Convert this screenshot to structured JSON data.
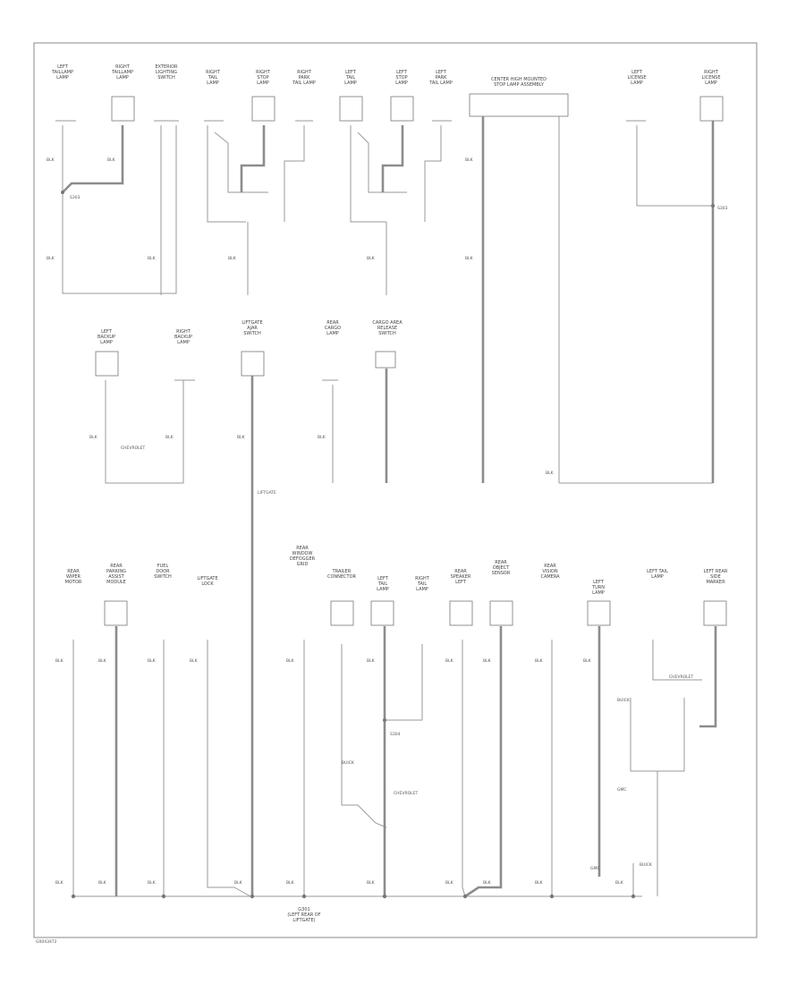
{
  "corner_code": "G0043472",
  "ground_label": [
    "G301",
    "(LEFT REAR OF",
    "LIFTGATE)"
  ],
  "splice_labels": [
    "S303",
    "S303",
    "S304"
  ],
  "top_components": [
    {
      "id": "lf-lamp",
      "lines": [
        "LEFT",
        "TAILLAMP",
        "LAMP"
      ]
    },
    {
      "id": "rf-lamp",
      "lines": [
        "RIGHT",
        "TAILLAMP",
        "LAMP"
      ]
    },
    {
      "id": "ext-switch",
      "lines": [
        "EXTERIOR",
        "LIGHTING",
        "SWITCH"
      ]
    },
    {
      "id": "right-tail-1",
      "lines": [
        "RIGHT",
        "TAIL",
        "LAMP"
      ]
    },
    {
      "id": "right-stop",
      "lines": [
        "RIGHT",
        "STOP",
        "LAMP"
      ]
    },
    {
      "id": "right-tail-2",
      "lines": [
        "RIGHT",
        "PARK",
        "TAIL LAMP"
      ]
    },
    {
      "id": "left-tail-1",
      "lines": [
        "LEFT",
        "TAIL",
        "LAMP"
      ]
    },
    {
      "id": "left-stop",
      "lines": [
        "LEFT",
        "STOP",
        "LAMP"
      ]
    },
    {
      "id": "left-tail-2",
      "lines": [
        "LEFT",
        "PARK",
        "TAIL LAMP"
      ]
    },
    {
      "id": "cent-stop",
      "lines": [
        "CENTER HIGH MOUNTED",
        "STOP LAMP ASSEMBLY"
      ]
    },
    {
      "id": "left-license",
      "lines": [
        "LEFT",
        "LICENSE",
        "LAMP"
      ]
    },
    {
      "id": "right-license",
      "lines": [
        "RIGHT",
        "LICENSE",
        "LAMP"
      ]
    }
  ],
  "mid_components": [
    {
      "id": "left-backup",
      "lines": [
        "LEFT",
        "BACKUP",
        "LAMP"
      ]
    },
    {
      "id": "right-backup",
      "lines": [
        "RIGHT",
        "BACKUP",
        "LAMP"
      ]
    },
    {
      "id": "liftgate-ajar",
      "lines": [
        "LIFTGATE",
        "AJAR",
        "SWITCH"
      ]
    },
    {
      "id": "rear-cargo",
      "lines": [
        "REAR",
        "CARGO",
        "LAMP"
      ]
    },
    {
      "id": "cargo-release",
      "lines": [
        "CARGO AREA",
        "RELEASE",
        "SWITCH"
      ]
    }
  ],
  "bottom_components": [
    {
      "id": "rear-wiper",
      "lines": [
        "REAR",
        "WIPER",
        "MOTOR"
      ]
    },
    {
      "id": "park-assist",
      "lines": [
        "REAR",
        "PARKING",
        "ASSIST",
        "MODULE"
      ]
    },
    {
      "id": "fuel-door",
      "lines": [
        "FUEL",
        "DOOR",
        "SWITCH"
      ]
    },
    {
      "id": "liftgate-lock",
      "lines": [
        "LIFTGATE",
        "LOCK"
      ]
    },
    {
      "id": "rear-defog",
      "lines": [
        "REAR",
        "WINDOW",
        "DEFOGGER",
        "GRID"
      ]
    },
    {
      "id": "trailer",
      "lines": [
        "TRAILER",
        "CONNECTOR"
      ]
    },
    {
      "id": "left-tail-b",
      "lines": [
        "LEFT",
        "TAIL",
        "LAMP"
      ]
    },
    {
      "id": "right-tail-b",
      "lines": [
        "RIGHT",
        "TAIL",
        "LAMP"
      ]
    },
    {
      "id": "rear-speaker",
      "lines": [
        "REAR",
        "SPEAKER",
        "LEFT"
      ]
    },
    {
      "id": "rear-object",
      "lines": [
        "REAR",
        "OBJECT",
        "SENSOR"
      ]
    },
    {
      "id": "rear-vision",
      "lines": [
        "REAR",
        "VISION",
        "CAMERA"
      ]
    },
    {
      "id": "left-turn",
      "lines": [
        "LEFT",
        "TURN",
        "LAMP"
      ]
    },
    {
      "id": "left-tail-c",
      "lines": [
        "LEFT TAIL",
        "LAMP"
      ]
    },
    {
      "id": "left-rear-side",
      "lines": [
        "LEFT REAR",
        "SIDE",
        "MARKER"
      ]
    }
  ],
  "wire_code": "BLK",
  "notes": [
    "LIFTGATE",
    "CHEVROLET",
    "BUICK",
    "GMC"
  ]
}
